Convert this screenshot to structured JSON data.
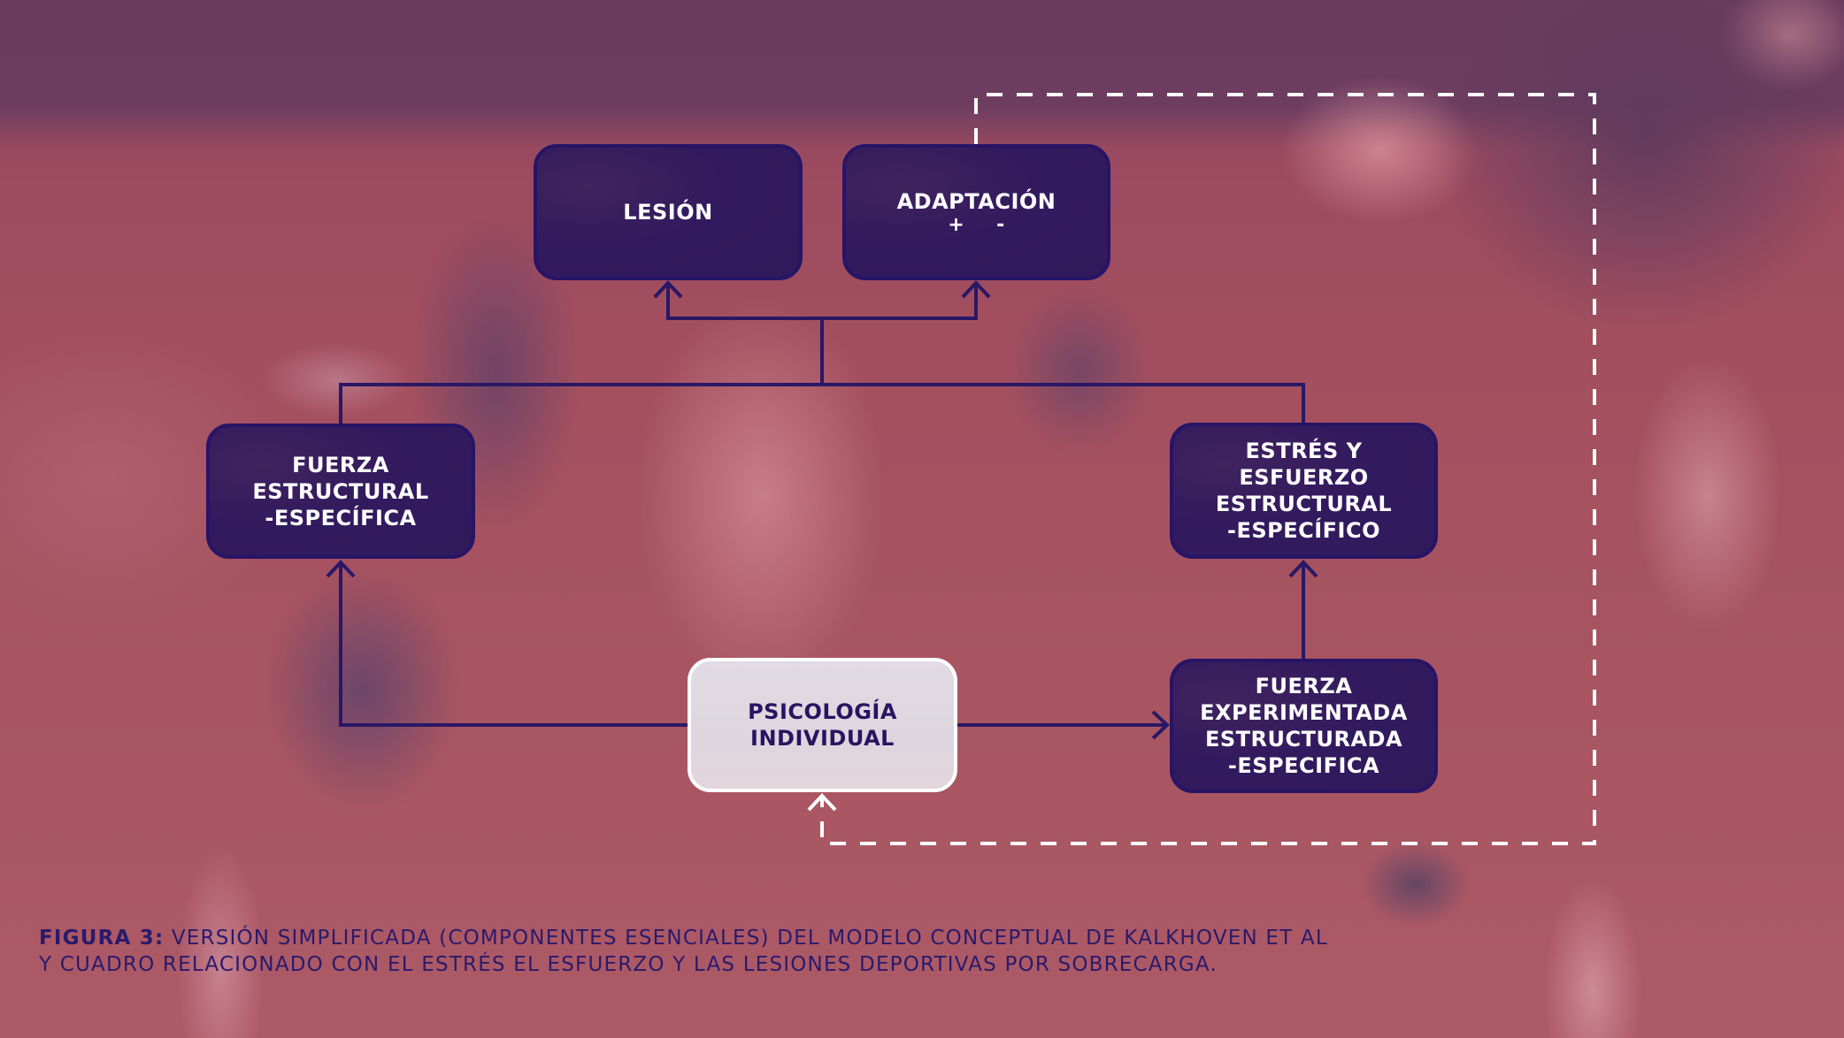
{
  "diagram": {
    "nodes": {
      "lesion": {
        "lines": [
          "LESIÓN"
        ]
      },
      "adaptacion": {
        "lines": [
          "ADAPTACIÓN"
        ],
        "signs": [
          "+",
          "-"
        ]
      },
      "fuerza_estructural": {
        "lines": [
          "FUERZA",
          "ESTRUCTURAL",
          "-ESPECÍFICA"
        ]
      },
      "estres_esfuerzo": {
        "lines": [
          "ESTRÉS Y",
          "ESFUERZO",
          "ESTRUCTURAL",
          "-ESPECÍFICO"
        ]
      },
      "psicologia": {
        "lines": [
          "PSICOLOGÍA",
          "INDIVIDUAL"
        ]
      },
      "fuerza_experimentada": {
        "lines": [
          "FUERZA",
          "EXPERIMENTADA",
          "ESTRUCTURADA",
          "-ESPECIFICA"
        ]
      }
    },
    "edges": [
      {
        "from": "psicologia",
        "to": "fuerza_estructural",
        "style": "solid"
      },
      {
        "from": "psicologia",
        "to": "fuerza_experimentada",
        "style": "solid"
      },
      {
        "from": "fuerza_experimentada",
        "to": "estres_esfuerzo",
        "style": "solid"
      },
      {
        "from": "fuerza_estructural",
        "to": "lesion",
        "style": "solid"
      },
      {
        "from": "fuerza_estructural",
        "to": "adaptacion",
        "style": "solid"
      },
      {
        "from": "estres_esfuerzo",
        "to": "lesion",
        "style": "solid"
      },
      {
        "from": "estres_esfuerzo",
        "to": "adaptacion",
        "style": "solid"
      },
      {
        "from": "adaptacion",
        "to": "psicologia",
        "style": "dashed-feedback"
      }
    ],
    "colors": {
      "box_fill": "#331a5e",
      "box_border": "#281466",
      "connector": "#2a1766",
      "highlight_box_fill": "#e0dae2",
      "highlight_box_border": "#ffffff",
      "dashed_loop": "#ffffff",
      "caption_text": "#2a1a6b"
    }
  },
  "caption": {
    "label": "FIGURA 3:",
    "line1": " VERSIÓN SIMPLIFICADA (COMPONENTES ESENCIALES) DEL MODELO CONCEPTUAL DE KALKHOVEN ET AL",
    "line2": "Y CUADRO RELACIONADO CON EL ESTRÉS EL ESFUERZO Y LAS LESIONES DEPORTIVAS POR SOBRECARGA."
  }
}
